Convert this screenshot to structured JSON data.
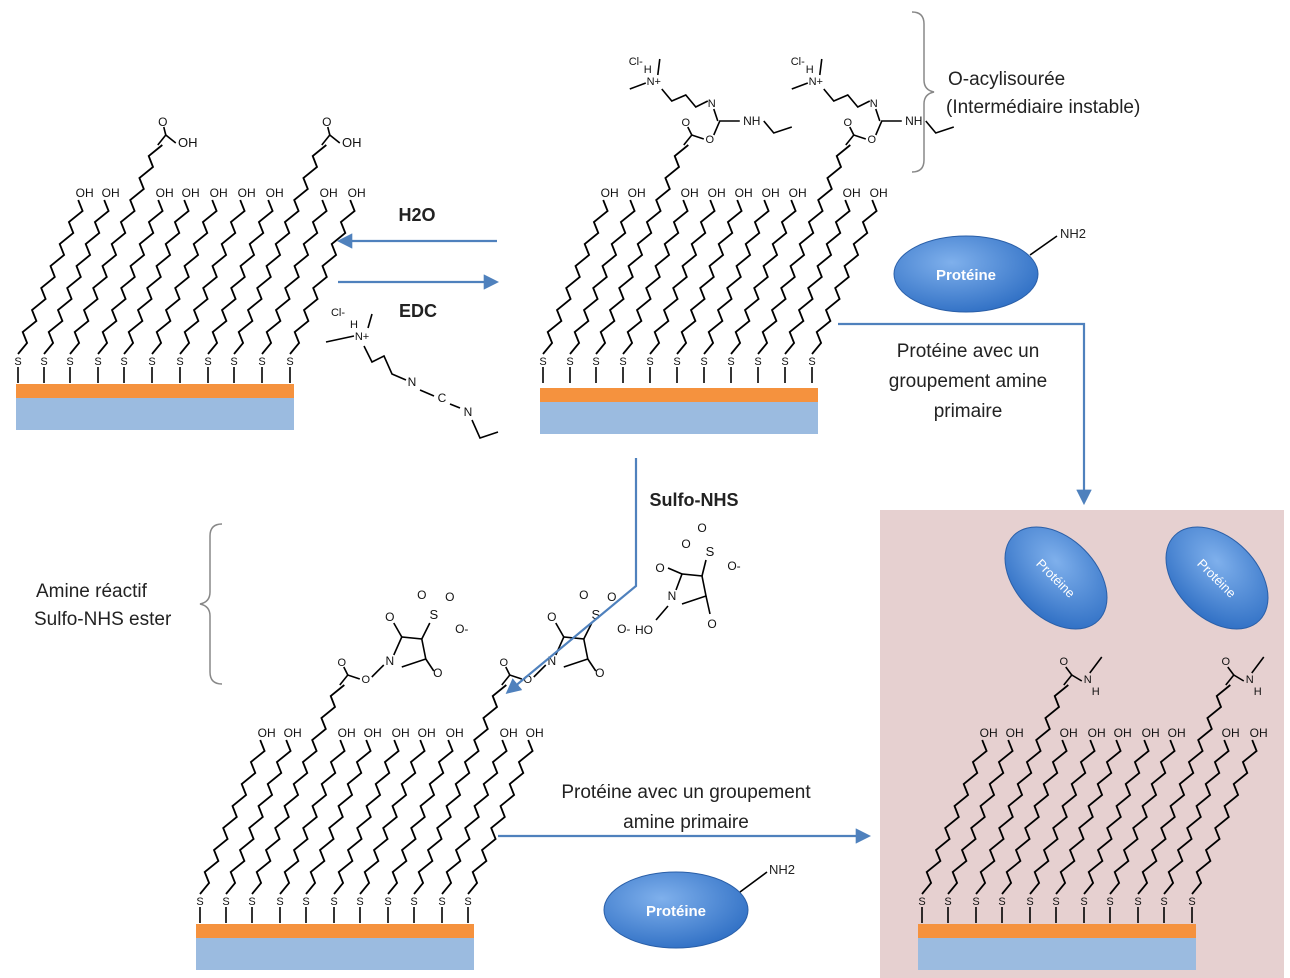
{
  "texts": {
    "h2o": "H2O",
    "edc": "EDC",
    "sulfo_nhs": "Sulfo-NHS",
    "o_acyl_line1": "O-acylisourée",
    "o_acyl_line2": "(Intermédiaire instable)",
    "amine_reactif_line1": "Amine réactif",
    "amine_reactif_line2": "Sulfo-NHS ester",
    "prot_amine_right_1": "Protéine avec un",
    "prot_amine_right_2": "groupement amine",
    "prot_amine_right_3": "primaire",
    "prot_amine_bottom_1": "Protéine avec un groupement",
    "prot_amine_bottom_2": "amine primaire",
    "proteine": "Protéine",
    "nh2": "NH2",
    "oh": "OH",
    "s": "S",
    "o": "O",
    "n": "N",
    "nh": "NH",
    "h": "H",
    "cl": "Cl-",
    "c": "C",
    "ho": "HO",
    "o_minus": "O-",
    "nplus": "N+"
  },
  "colors": {
    "gold_layer": "#f5923e",
    "substrate": "#9bbbe0",
    "arrow": "#4f81bd",
    "protein_fill": "#4a86d4",
    "product_panel": "#e6d0d0",
    "chain": "#000000"
  }
}
